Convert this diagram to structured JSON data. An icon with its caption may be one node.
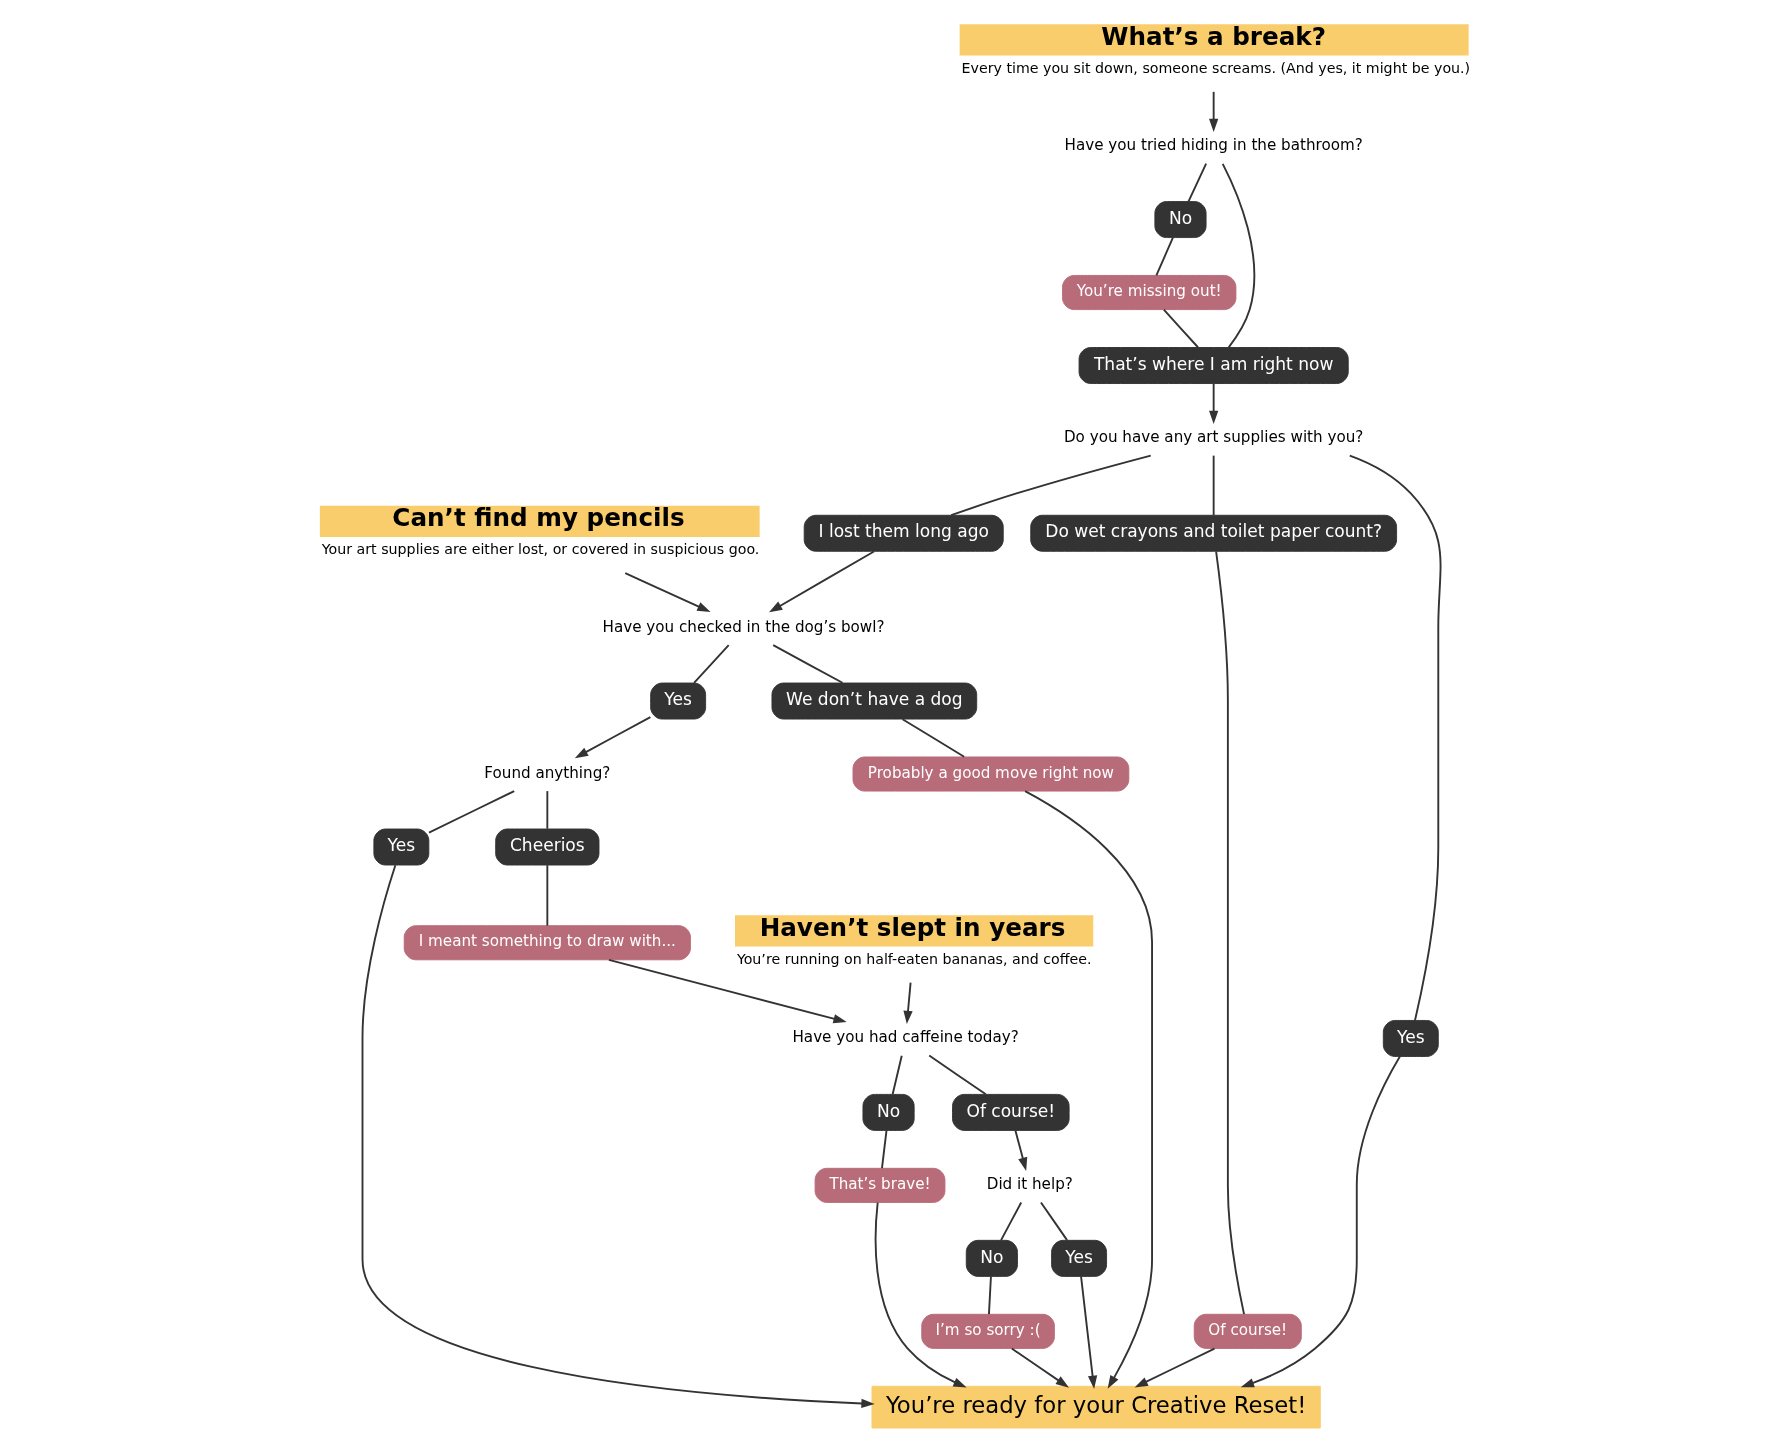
{
  "diagram": {
    "nodes": [
      {
        "text": [
          "Can’t find my pencils",
          "Your art supplies are either lost, or covered in suspicious goo."
        ]
      },
      {
        "text": [
          "Haven’t slept in years",
          "You’re running on half-eaten bananas, and coffee."
        ]
      },
      {
        "text": [
          "What’s a break?",
          "Every time you sit down, someone screams. (And yes, it might be you.)"
        ]
      },
      {
        "text": [
          "Have you checked in the dog’s bowl?"
        ]
      },
      {
        "text": [
          "Yes"
        ]
      },
      {
        "text": [
          "We don’t have a dog"
        ]
      },
      {
        "text": [
          "Probably a good move right now"
        ]
      },
      {
        "text": [
          "Found anything?"
        ]
      },
      {
        "text": [
          "Yes"
        ]
      },
      {
        "text": [
          "Cheerios"
        ]
      },
      {
        "text": [
          "I meant something to draw with..."
        ]
      },
      {
        "text": [
          "Have you tried hiding in the bathroom?"
        ]
      },
      {
        "text": [
          "No"
        ]
      },
      {
        "text": [
          "You’re missing out!"
        ]
      },
      {
        "text": [
          "That’s where I am right now"
        ]
      },
      {
        "text": [
          "I lost them long ago"
        ]
      },
      {
        "text": [
          "Have you had caffeine today?"
        ]
      },
      {
        "text": [
          "No"
        ]
      },
      {
        "text": [
          "That’s brave!"
        ]
      },
      {
        "text": [
          "Of course!"
        ]
      },
      {
        "text": [
          "Did it help?"
        ]
      },
      {
        "text": [
          "No"
        ]
      },
      {
        "text": [
          "I’m so sorry :("
        ]
      },
      {
        "text": [
          "Yes"
        ]
      },
      {
        "text": [
          "Do you have any art supplies with you?"
        ]
      },
      {
        "text": [
          "Do wet crayons and toilet paper count?"
        ]
      },
      {
        "text": [
          "Of course!"
        ]
      },
      {
        "text": [
          "Yes"
        ]
      },
      {
        "text": [
          "You’re ready for your Creative Reset!"
        ]
      }
    ],
    "edges": [
      {
        "from": 0,
        "to": 3,
        "arrow": "to"
      },
      {
        "from": 3,
        "to": 4,
        "arrow": "none"
      },
      {
        "from": 4,
        "to": 7,
        "arrow": "to"
      },
      {
        "from": 3,
        "to": 5,
        "arrow": "none"
      },
      {
        "from": 5,
        "to": 6,
        "arrow": "none"
      },
      {
        "from": 6,
        "to": 28,
        "arrow": "to"
      },
      {
        "from": 1,
        "to": 16,
        "arrow": "to"
      },
      {
        "from": 15,
        "to": 3,
        "arrow": "to"
      },
      {
        "from": 2,
        "to": 11,
        "arrow": "to"
      },
      {
        "from": 11,
        "to": 12,
        "arrow": "none"
      },
      {
        "from": 12,
        "to": 13,
        "arrow": "none"
      },
      {
        "from": 13,
        "to": 14,
        "arrow": "none"
      },
      {
        "from": 11,
        "to": 14,
        "arrow": "none"
      },
      {
        "from": 14,
        "to": 24,
        "arrow": "to"
      },
      {
        "from": 24,
        "to": 15,
        "arrow": "none"
      },
      {
        "from": 7,
        "to": 8,
        "arrow": "none"
      },
      {
        "from": 8,
        "to": 28,
        "arrow": "to"
      },
      {
        "from": 7,
        "to": 9,
        "arrow": "none"
      },
      {
        "from": 9,
        "to": 10,
        "arrow": "none"
      },
      {
        "from": 10,
        "to": 16,
        "arrow": "to"
      },
      {
        "from": 16,
        "to": 17,
        "arrow": "none"
      },
      {
        "from": 17,
        "to": 18,
        "arrow": "none"
      },
      {
        "from": 18,
        "to": 28,
        "arrow": "to"
      },
      {
        "from": 16,
        "to": 19,
        "arrow": "none"
      },
      {
        "from": 19,
        "to": 20,
        "arrow": "to"
      },
      {
        "from": 20,
        "to": 21,
        "arrow": "none"
      },
      {
        "from": 21,
        "to": 22,
        "arrow": "none"
      },
      {
        "from": 22,
        "to": 28,
        "arrow": "to"
      },
      {
        "from": 20,
        "to": 23,
        "arrow": "none"
      },
      {
        "from": 23,
        "to": 28,
        "arrow": "to"
      },
      {
        "from": 24,
        "to": 25,
        "arrow": "none"
      },
      {
        "from": 25,
        "to": 26,
        "arrow": "none"
      },
      {
        "from": 26,
        "to": 28,
        "arrow": "to"
      },
      {
        "from": 24,
        "to": 27,
        "arrow": "none"
      },
      {
        "from": 27,
        "to": 28,
        "arrow": "to"
      }
    ]
  }
}
